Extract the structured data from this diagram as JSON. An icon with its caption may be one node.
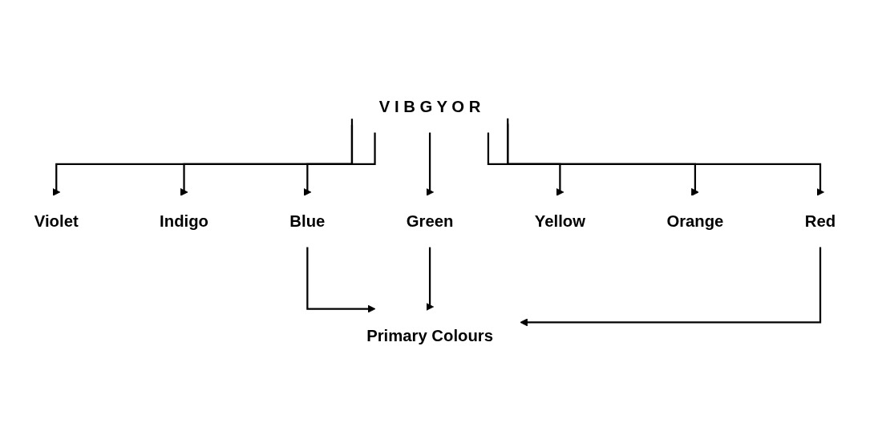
{
  "diagram": {
    "nodes": [
      {
        "text": [
          "V I B G Y O R"
        ]
      },
      {
        "text": [
          "Violet"
        ]
      },
      {
        "text": [
          "Indigo"
        ]
      },
      {
        "text": [
          "Blue"
        ]
      },
      {
        "text": [
          "Green"
        ]
      },
      {
        "text": [
          "Yellow"
        ]
      },
      {
        "text": [
          "Orange"
        ]
      },
      {
        "text": [
          "Red"
        ]
      },
      {
        "text": [
          "Primary Colours"
        ]
      }
    ],
    "edges": [
      {
        "from": 0,
        "to": 1,
        "arrow": "to"
      },
      {
        "from": 0,
        "to": 2,
        "arrow": "to"
      },
      {
        "from": 0,
        "to": 3,
        "arrow": "to"
      },
      {
        "from": 0,
        "to": 4,
        "arrow": "to"
      },
      {
        "from": 0,
        "to": 5,
        "arrow": "to"
      },
      {
        "from": 0,
        "to": 6,
        "arrow": "to"
      },
      {
        "from": 0,
        "to": 7,
        "arrow": "to"
      },
      {
        "from": 3,
        "to": 8,
        "arrow": "to"
      },
      {
        "from": 4,
        "to": 8,
        "arrow": "to"
      },
      {
        "from": 7,
        "to": 8,
        "arrow": "to"
      }
    ]
  }
}
